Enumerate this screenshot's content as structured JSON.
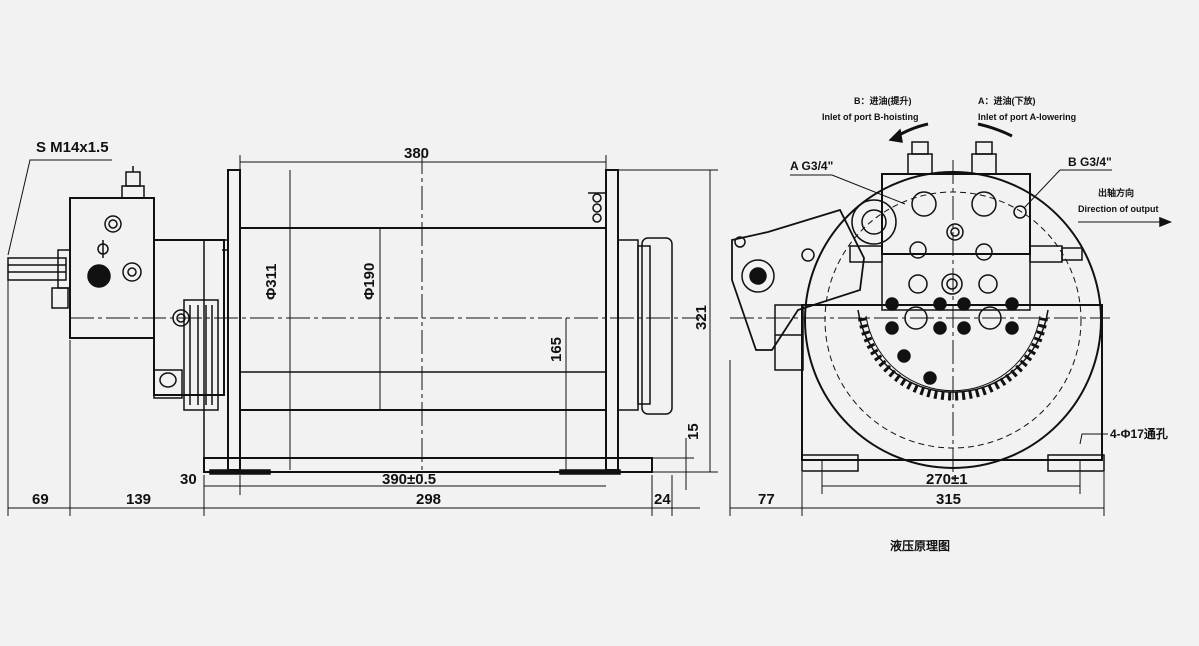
{
  "left_view": {
    "thread_label": "S M14x1.5",
    "drum_length": "380",
    "flange_dia": "Φ311",
    "drum_dia": "Φ190",
    "center_height": "165",
    "total_height": "321",
    "base_thickness": "15",
    "dim_30": "30",
    "dim_390": "390±0.5",
    "dim_69": "69",
    "dim_139": "139",
    "dim_298": "298",
    "dim_24": "24"
  },
  "right_view": {
    "port_b_label": "B：进油(提升)",
    "port_b_desc": "Inlet of port B-hoisting",
    "port_a_label": "A：进油(下放)",
    "port_a_desc": "Inlet of port A-lowering",
    "port_a_thread": "A G3/4\"",
    "port_b_thread": "B G3/4\"",
    "output_cn": "出轴方向",
    "output_en": "Direction of output",
    "holes": "4-Φ17通孔",
    "dim_270": "270±1",
    "dim_77": "77",
    "dim_315": "315",
    "caption": "液压原理图"
  }
}
